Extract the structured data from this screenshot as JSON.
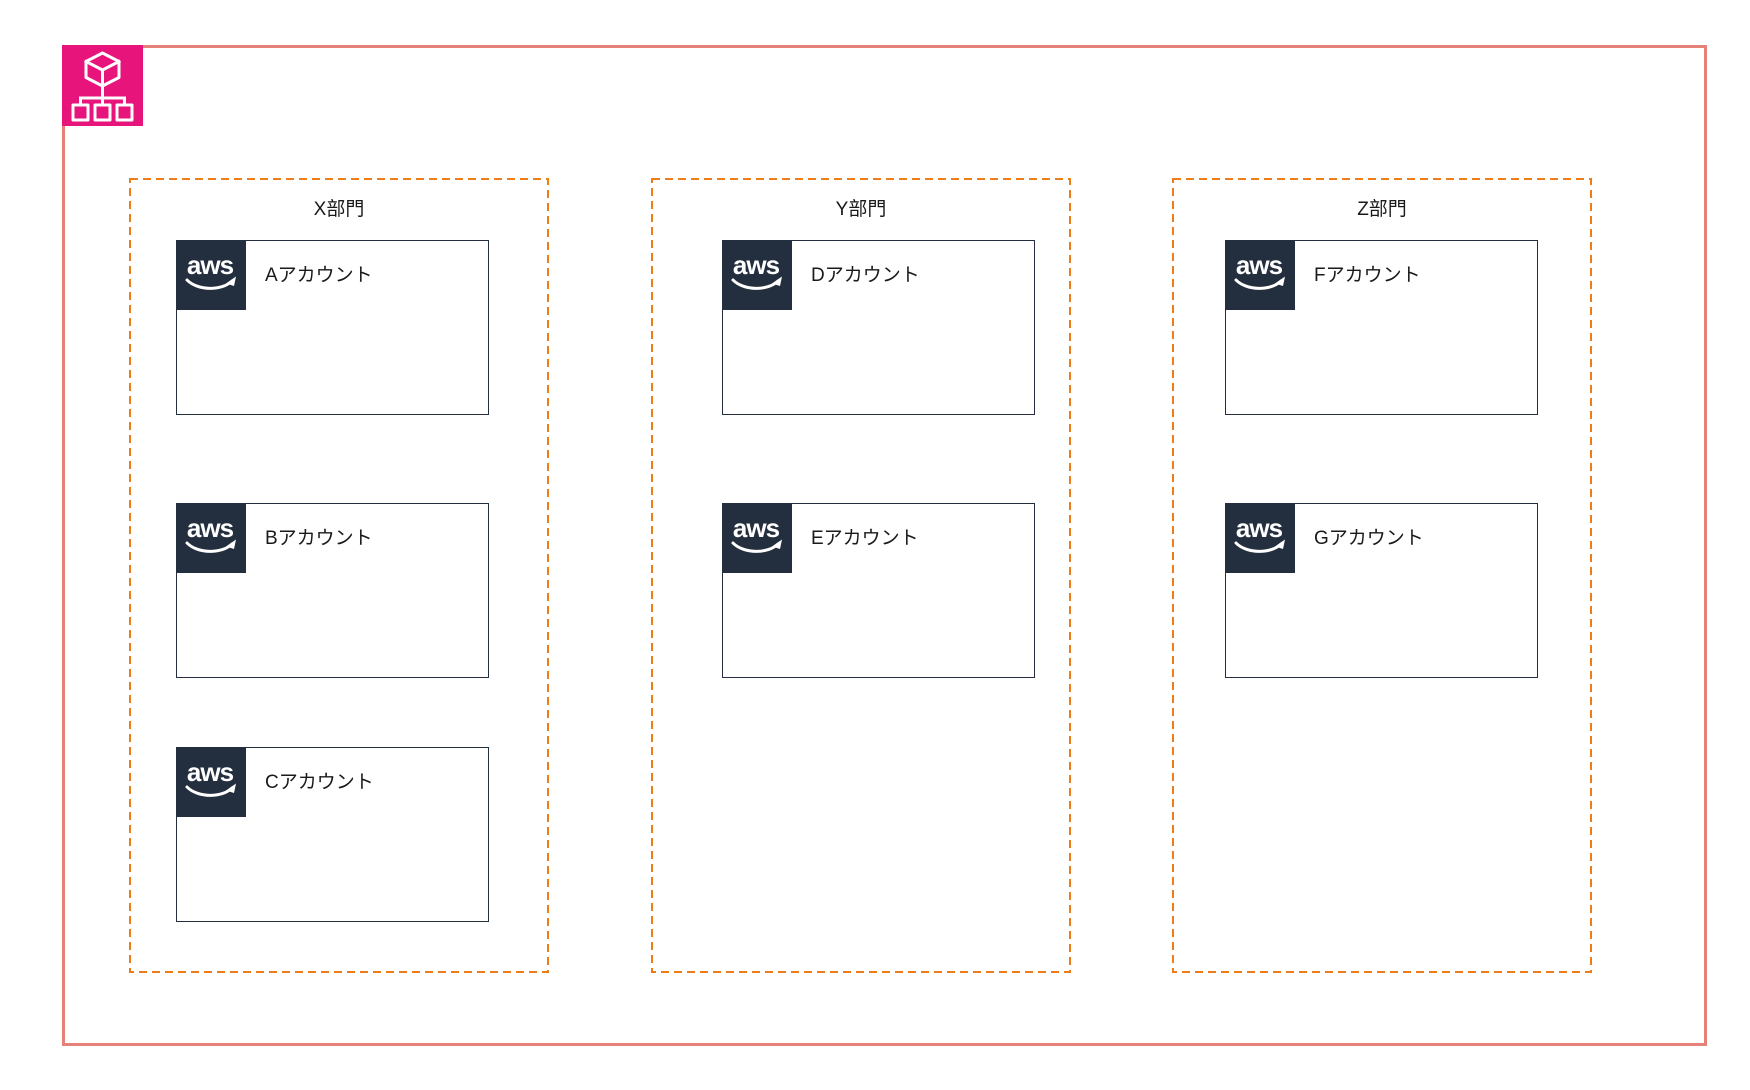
{
  "diagram_type": "aws-organizations-structure",
  "colors": {
    "outer_border": "#E58179",
    "group_border": "#ED7D17",
    "account_border": "#232F3E",
    "aws_logo_bg": "#232F3E",
    "organizations_icon_bg": "#E7157B",
    "icon_glyph": "#FFFFFF",
    "text": "#1A1A1A"
  },
  "organizations_icon": "aws-organizations",
  "aws_logo_text": "aws",
  "groups": [
    {
      "label": "X部門",
      "accounts": [
        {
          "label": "Aアカウント"
        },
        {
          "label": "Bアカウント"
        },
        {
          "label": "Cアカウント"
        }
      ]
    },
    {
      "label": "Y部門",
      "accounts": [
        {
          "label": "Dアカウント"
        },
        {
          "label": "Eアカウント"
        }
      ]
    },
    {
      "label": "Z部門",
      "accounts": [
        {
          "label": "Fアカウント"
        },
        {
          "label": "Gアカウント"
        }
      ]
    }
  ]
}
